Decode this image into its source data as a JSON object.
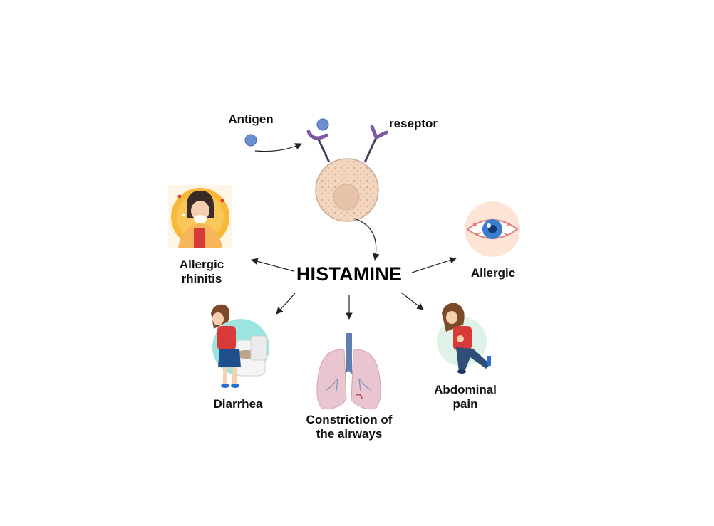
{
  "diagram": {
    "title": "HISTAMINE",
    "labels": {
      "antigen": "Antigen",
      "receptor": "reseptor",
      "allergic_rhinitis_line1": "Allergic",
      "allergic_rhinitis_line2": "rhinitis",
      "allergic": "Allergic",
      "diarrhea": "Diarrhea",
      "airways_line1": "Constriction of",
      "airways_line2": "the airways",
      "abdominal_line1": "Abdominal",
      "abdominal_line2": "pain"
    },
    "colors": {
      "antigen": "#6a8fd0",
      "receptor": "#7a5aa0",
      "cell": "#f3d6c0",
      "cell_outline": "#c9a78c",
      "nucleus": "#e8c3ab",
      "arrow": "#222222",
      "rhinitis_bg": "#f8b838",
      "eye_bg": "#fde4d4",
      "toilet_bg": "#9de3df",
      "lungs": "#e9c6cf",
      "trachea": "#5f7fb0",
      "abdominal_bg": "#dff2e8",
      "shirt": "#d83a3a",
      "hair": "#7a4a2a",
      "skin": "#f6cfb0",
      "iris": "#3b7ed0",
      "pants": "#2f4f78"
    },
    "icons": [
      "antigen-icon",
      "receptor-icon",
      "mast-cell-icon",
      "rhinitis-icon",
      "eye-icon",
      "diarrhea-icon",
      "lungs-icon",
      "abdominal-pain-icon"
    ]
  }
}
